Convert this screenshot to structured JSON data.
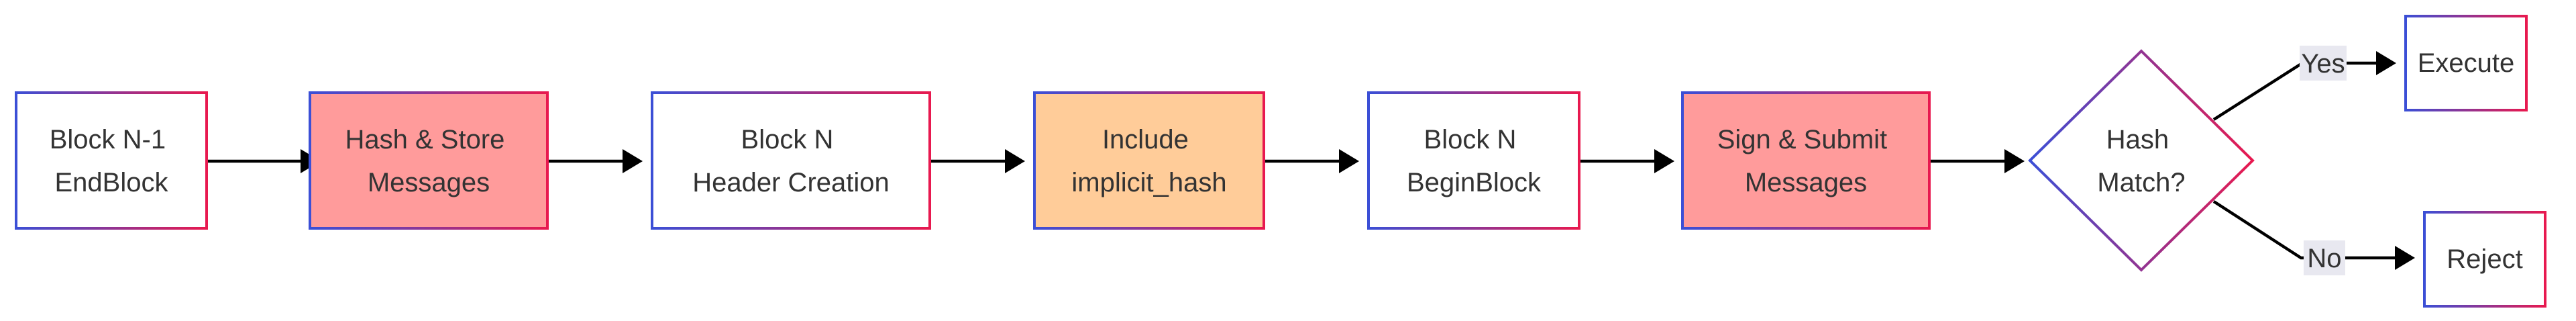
{
  "nodes": [
    {
      "id": "block-n-1-endblock",
      "lines": [
        "Block N-1",
        "EndBlock"
      ],
      "fill": "#ffffff"
    },
    {
      "id": "hash-store-messages",
      "lines": [
        "Hash & Store",
        "Messages"
      ],
      "fill": "#ff9b9b"
    },
    {
      "id": "block-n-header-creation",
      "lines": [
        "Block N",
        "Header Creation"
      ],
      "fill": "#ffffff"
    },
    {
      "id": "include-implicit-hash",
      "lines": [
        "Include",
        "implicit_hash"
      ],
      "fill": "#ffcc99"
    },
    {
      "id": "block-n-beginblock",
      "lines": [
        "Block N",
        "BeginBlock"
      ],
      "fill": "#ffffff"
    },
    {
      "id": "sign-submit-messages",
      "lines": [
        "Sign & Submit",
        "Messages"
      ],
      "fill": "#ff9b9b"
    },
    {
      "id": "hash-match-decision",
      "lines": [
        "Hash",
        "Match?"
      ],
      "fill": "#ffffff"
    },
    {
      "id": "execute",
      "lines": [
        "Execute"
      ],
      "fill": "#ffffff"
    },
    {
      "id": "reject",
      "lines": [
        "Reject"
      ],
      "fill": "#ffffff"
    }
  ],
  "edges": [
    {
      "from": "block-n-1-endblock",
      "to": "hash-store-messages",
      "label": ""
    },
    {
      "from": "hash-store-messages",
      "to": "block-n-header-creation",
      "label": ""
    },
    {
      "from": "block-n-header-creation",
      "to": "include-implicit-hash",
      "label": ""
    },
    {
      "from": "include-implicit-hash",
      "to": "block-n-beginblock",
      "label": ""
    },
    {
      "from": "block-n-beginblock",
      "to": "sign-submit-messages",
      "label": ""
    },
    {
      "from": "sign-submit-messages",
      "to": "hash-match-decision",
      "label": ""
    },
    {
      "from": "hash-match-decision",
      "to": "execute",
      "label": "Yes"
    },
    {
      "from": "hash-match-decision",
      "to": "reject",
      "label": "No"
    }
  ],
  "colors": {
    "border_gradient_start": "#3b4fd6",
    "border_gradient_end": "#e8194f",
    "text": "#333333",
    "edge": "#000000",
    "edge_label_background": "#e8e8f0"
  }
}
